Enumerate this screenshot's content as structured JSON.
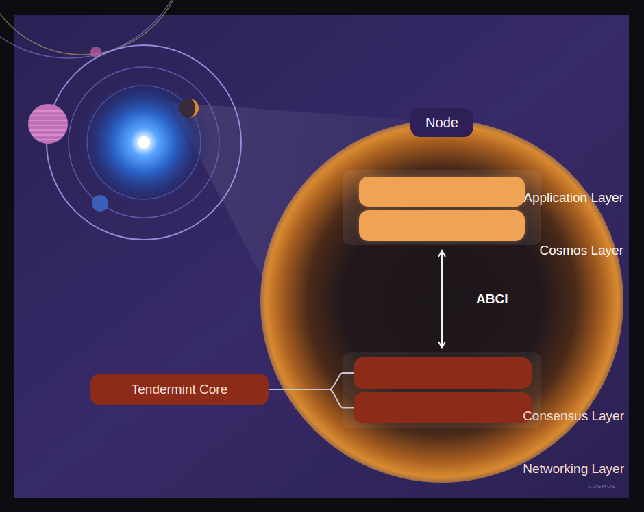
{
  "diagram": {
    "nodes": [
      {
        "text": [
          "Node"
        ]
      },
      {
        "text": [
          "Application Layer"
        ],
        "in": 0
      },
      {
        "text": [
          "Cosmos Layer"
        ],
        "in": 0
      },
      {
        "text": [
          "Consensus Layer"
        ],
        "in": 0
      },
      {
        "text": [
          "Networking Layer"
        ],
        "in": 0
      },
      {
        "text": [
          "Tendermint Core"
        ]
      }
    ],
    "edges": [
      {
        "from": 2,
        "to": 3,
        "label": "ABCI",
        "arrow": "both"
      },
      {
        "from": 5,
        "to": 3,
        "arrow": "none"
      },
      {
        "from": 5,
        "to": 4,
        "arrow": "none"
      }
    ],
    "labels": [
      "COSMOS"
    ]
  }
}
